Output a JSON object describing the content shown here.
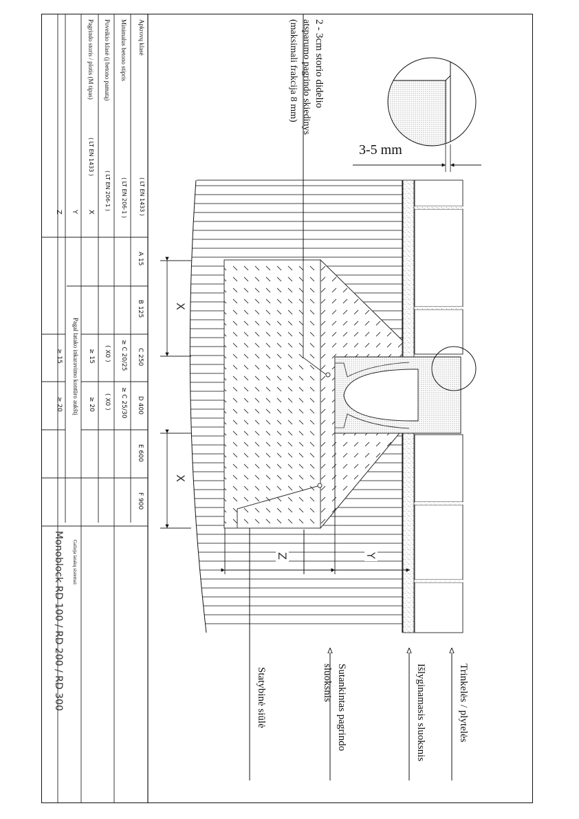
{
  "table": {
    "row_labels": [
      {
        "label": "Apkrovų klasė",
        "standard": "( LT EN 1433 )"
      },
      {
        "label": "Minimalus betono stipris",
        "standard": "( LT EN 206-1 )"
      },
      {
        "label": "Poveikio klasė (į betono pamatą)",
        "standard": "( LT EN 206-1 )"
      },
      {
        "label": "Pagrindo storis / plotis (M tipas)",
        "standard": "( LT EN 1433 )"
      }
    ],
    "dim_labels": [
      "X",
      "Y",
      "Z"
    ],
    "load_classes": [
      "A 15",
      "B 125",
      "C 250",
      "D 400",
      "E 600",
      "F 900"
    ],
    "min_strength": [
      "",
      "",
      "≥ C 20/25",
      "≥ C 25/30",
      "",
      ""
    ],
    "exposure_class": [
      "",
      "",
      "( X0 )",
      "( X0 )",
      "",
      ""
    ],
    "x_values": [
      "",
      "",
      "≥ 15",
      "≥ 20",
      "",
      ""
    ],
    "y_note": "Pagal latako inkaravimo kontūro aukštį",
    "z_values": [
      "",
      "",
      "≥ 15",
      "≥ 20",
      "",
      ""
    ],
    "system_caption": "Galioja latakų sistemai:",
    "system_name": "Monoblock RD 100 / RD 200 / RD 300"
  },
  "annotations": {
    "bedding_title": "2 - 3cm storio didelio",
    "bedding_line2": "atsparumo pagrindo skiedinys",
    "bedding_line3": "(maksimali frakcija 8 mm)",
    "gap": "3-5 mm",
    "dim_x": "X",
    "dim_y": "Y",
    "dim_z": "Z"
  },
  "legend": [
    {
      "id": "pavers",
      "label": "Trinkelės / plytelės"
    },
    {
      "id": "levelling",
      "label": "Išlyginamasis sluoksnis"
    },
    {
      "id": "compacted_base",
      "label": "Sutankintas pagrindo",
      "label2": "sluoksnis"
    },
    {
      "id": "expansion_joint",
      "label": "Statybinė siūlė"
    }
  ],
  "colors": {
    "line": "#111111",
    "hatch": "#333333",
    "stipple": "#bbbbbb"
  }
}
